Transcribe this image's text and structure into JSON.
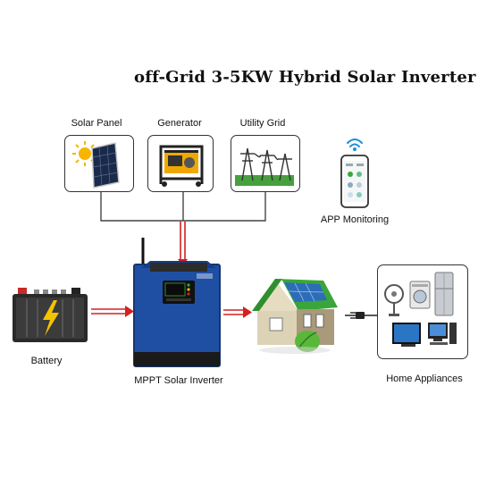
{
  "title": "off-Grid 3-5KW Hybrid Solar Inverter",
  "labels": {
    "solar_panel": "Solar Panel",
    "generator": "Generator",
    "utility_grid": "Utility Grid",
    "app_monitoring": "APP Monitoring",
    "battery": "Battery",
    "inverter": "MPPT Solar Inverter",
    "home_appliances": "Home Appliances"
  },
  "colors": {
    "inverter_blue": "#1f4fa3",
    "arrow_red": "#d42020",
    "roof_green": "#3aa63a",
    "battery_yellow": "#f2c400"
  }
}
